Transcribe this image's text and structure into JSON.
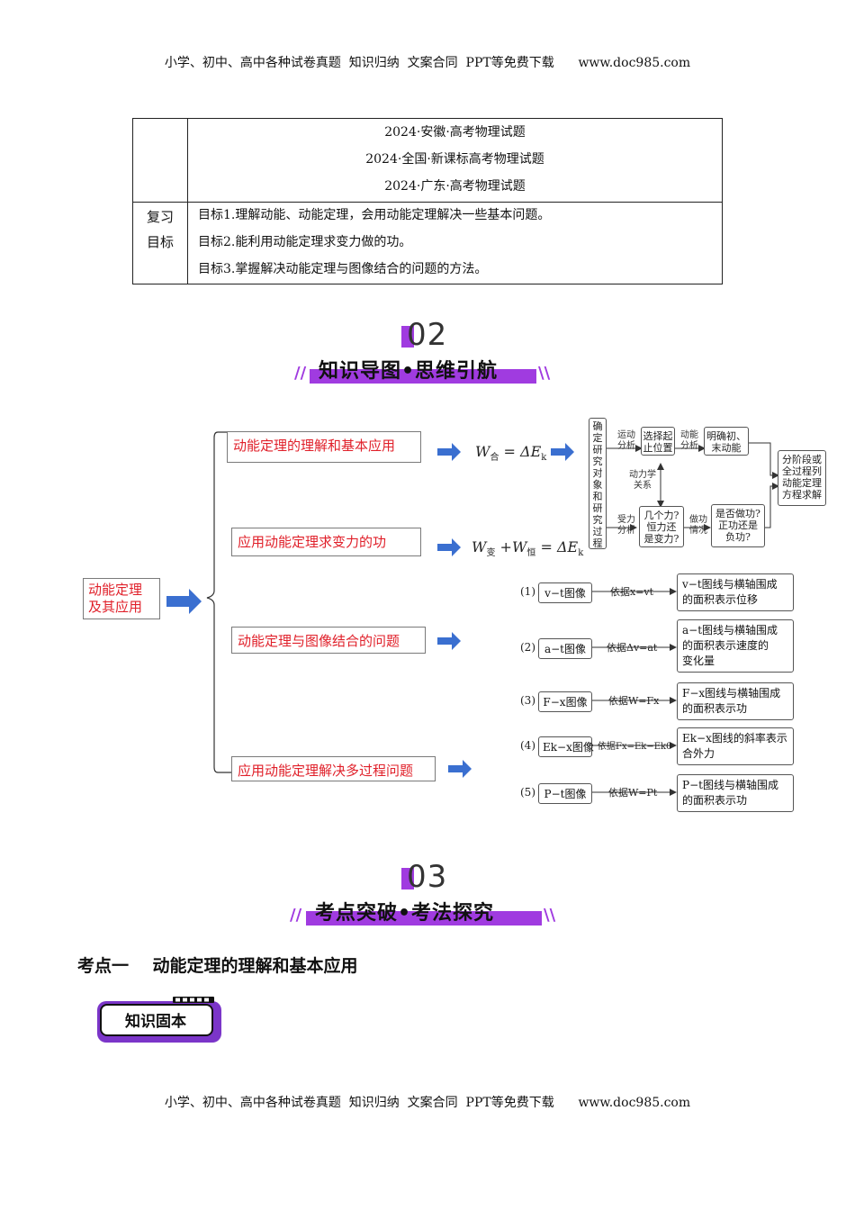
{
  "header": {
    "text": "小学、初中、高中各种试卷真题  知识归纳  文案合同  PPT等免费下载      www.doc985.com"
  },
  "footer": {
    "text": "小学、初中、高中各种试卷真题  知识归纳  文案合同  PPT等免费下载      www.doc985.com"
  },
  "table": {
    "exams": [
      "2024·安徽·高考物理试题",
      "2024·全国·新课标高考物理试题",
      "2024·广东·高考物理试题"
    ],
    "label_line1": "复习",
    "label_line2": "目标",
    "goals": [
      "目标1.理解动能、动能定理，会用动能定理解决一些基本问题。",
      "目标2.能利用动能定理求变力做的功。",
      "目标3.掌握解决动能定理与图像结合的问题的方法。"
    ]
  },
  "section2": {
    "number": "02",
    "title": "知识导图•思维引航"
  },
  "section3": {
    "number": "03",
    "title": "考点突破•考法探究"
  },
  "mindmap": {
    "root_line1": "动能定理",
    "root_line2": "及其应用",
    "branches": [
      "动能定理的理解和基本应用",
      "应用动能定理求变力的功",
      "动能定理与图像结合的问题",
      "应用动能定理解决多过程问题"
    ],
    "formula1": {
      "w": "W",
      "sub": "合",
      "rest": " = ΔE",
      "ksub": "k"
    },
    "formula2": {
      "w1": "W",
      "sub1": "变",
      "plus": " +W",
      "sub2": "恒",
      "rest": " = ΔE",
      "ksub": "k"
    },
    "flow": {
      "vertical": [
        "确",
        "定",
        "研",
        "究",
        "对",
        "象",
        "和",
        "研",
        "究",
        "过",
        "程"
      ],
      "motion_analysis": [
        "运动",
        "分析"
      ],
      "choose_start": [
        "选择起",
        "止位置"
      ],
      "ke_analysis": [
        "动能",
        "分析"
      ],
      "define_ke": [
        "明确初、",
        "末动能"
      ],
      "dynamics": [
        "动力学",
        "关系"
      ],
      "force_analysis": [
        "受力",
        "分析"
      ],
      "forces": [
        "几个力?",
        "恒力还",
        "是变力?"
      ],
      "work_cases": [
        "做功",
        "情况"
      ],
      "work_q": [
        "是否做功?",
        "正功还是",
        "负功?"
      ],
      "solve": [
        "分阶段或",
        "全过程列",
        "动能定理",
        "方程求解"
      ]
    },
    "graphs": [
      {
        "num": "(1)",
        "name": "v−t图像",
        "basis": "依据x=vt",
        "desc": [
          "v−t图线与横轴围成",
          "的面积表示位移"
        ]
      },
      {
        "num": "(2)",
        "name": "a−t图像",
        "basis": "依据Δv=at",
        "desc": [
          "a−t图线与横轴围成",
          "的面积表示速度的",
          "变化量"
        ]
      },
      {
        "num": "(3)",
        "name": "F−x图像",
        "basis": "依据W=Fx",
        "desc": [
          "F−x图线与横轴围成",
          "的面积表示功"
        ]
      },
      {
        "num": "(4)",
        "name": "Ek−x图像",
        "basis": "依据Fx=Ek−Ek0",
        "desc": [
          "Ek−x图线的斜率表示",
          "合外力"
        ]
      },
      {
        "num": "(5)",
        "name": "P−t图像",
        "basis": "依据W=Pt",
        "desc": [
          "P−t图线与横轴围成",
          "的面积表示功"
        ]
      }
    ]
  },
  "kaodian": {
    "title": "考点一    动能定理的理解和基本应用"
  },
  "badge": {
    "text": "知识固本"
  },
  "colors": {
    "purple": "#a03be0",
    "arrow_blue": "#3a6fd0",
    "red_text": "#e0202a"
  }
}
